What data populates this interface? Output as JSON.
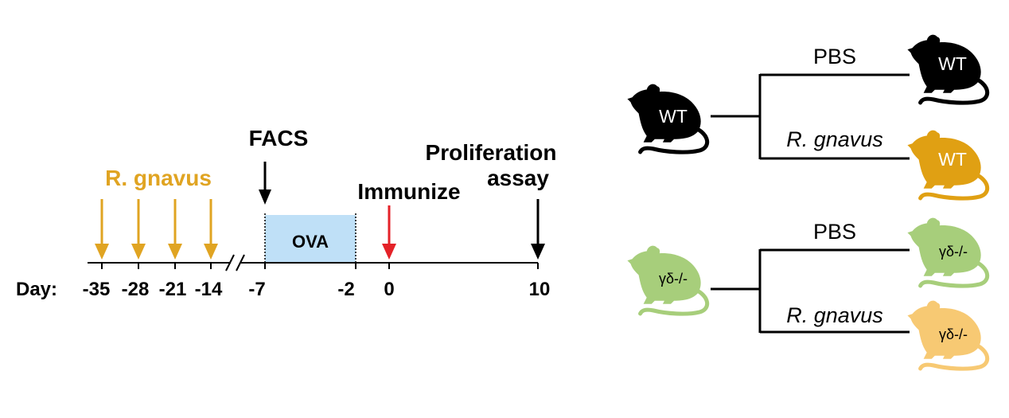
{
  "timeline": {
    "treatment_label": "R. gnavus",
    "facs_label": "FACS",
    "ova_label": "OVA",
    "immunize_label": "Immunize",
    "proliferation_line1": "Proliferation",
    "proliferation_line2": "assay",
    "day_label": "Day:",
    "ticks": [
      "-35",
      "-28",
      "-21",
      "-14",
      "-7",
      "-2",
      "0",
      "10"
    ],
    "colors": {
      "treatment_arrow": "#E0A422",
      "immunize_arrow": "#E42228",
      "ova_box": "#BFE0F7",
      "axis": "#000000"
    }
  },
  "groups": [
    {
      "source_label": "WT",
      "source_color": "#000000",
      "branches": [
        {
          "label": "PBS",
          "italic": false,
          "mouse_label": "WT",
          "mouse_color": "#000000"
        },
        {
          "label": "R. gnavus",
          "italic": true,
          "mouse_label": "WT",
          "mouse_color": "#E0A013"
        }
      ]
    },
    {
      "source_label": "γδ-/-",
      "source_color": "#A7CE7B",
      "branches": [
        {
          "label": "PBS",
          "italic": false,
          "mouse_label": "γδ-/-",
          "mouse_color": "#A7CE7B"
        },
        {
          "label": "R. gnavus",
          "italic": true,
          "mouse_label": "γδ-/-",
          "mouse_color": "#F7C973"
        }
      ]
    }
  ],
  "icons": [
    "mouse-icon"
  ]
}
